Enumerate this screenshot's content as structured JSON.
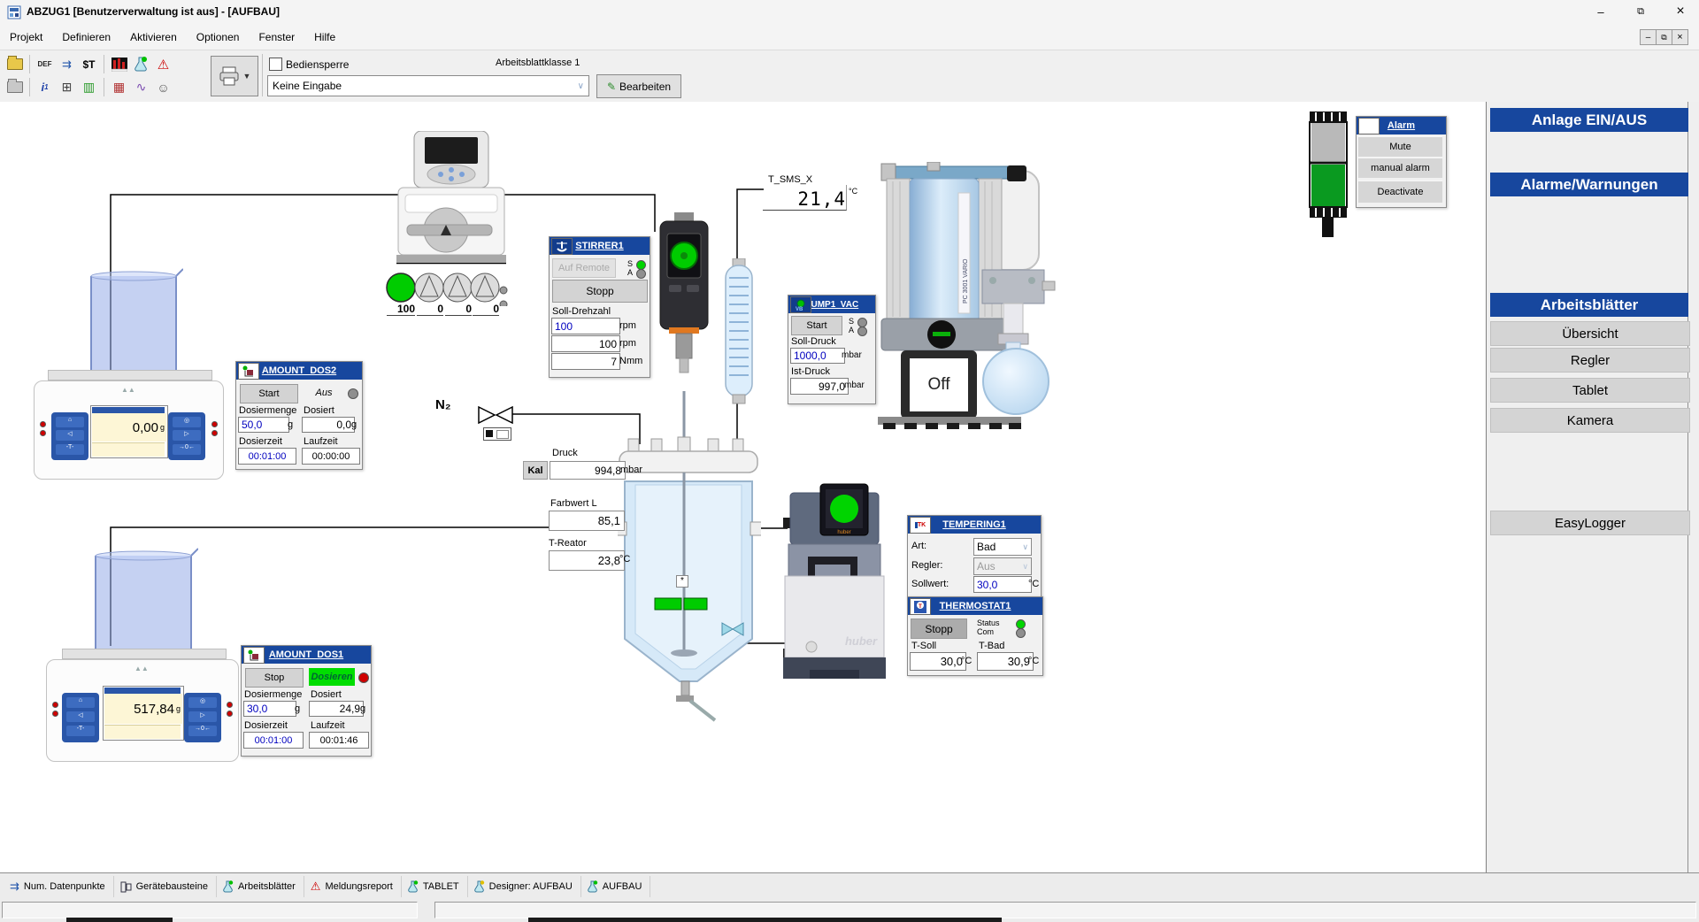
{
  "window": {
    "title": "ABZUG1  [Benutzerverwaltung ist aus] - [AUFBAU]",
    "minimize": "–",
    "maximize": "⧉",
    "close": "×"
  },
  "menu": {
    "items": [
      "Projekt",
      "Definieren",
      "Aktivieren",
      "Optionen",
      "Fenster",
      "Hilfe"
    ]
  },
  "toolbar": {
    "bediensperre": "Bediensperre",
    "arbeitsblattklasse": "Arbeitsblattklasse 1",
    "eingabe_value": "Keine Eingabe",
    "bearbeiten": "Bearbeiten"
  },
  "icons": {
    "def": "DEF",
    "arrows": "⇉",
    "dollar_t": "$T",
    "warning": "⚠",
    "window": "⊞",
    "sheet": "▥",
    "table": "▦",
    "curve": "∿",
    "face": "☺",
    "pencil": "✎",
    "chevron": "∨",
    "geq": "≥1",
    "blocks": "⊟"
  },
  "sidebar": {
    "anlage": "Anlage EIN/AUS",
    "alarme": "Alarme/Warnungen",
    "arbeitsblaetter": "Arbeitsblätter",
    "buttons": [
      "Übersicht",
      "Regler",
      "Tablet",
      "Kamera"
    ],
    "easylogger": "EasyLogger"
  },
  "alarm": {
    "title": "Alarm",
    "mute": "Mute",
    "manual": "manual alarm",
    "deactivate": "Deactivate"
  },
  "stirrer1": {
    "title": "STIRRER1",
    "remote": "Auf Remote",
    "s": "S",
    "a": "A",
    "stopp": "Stopp",
    "soll_label": "Soll-Drehzahl",
    "soll": "100",
    "soll_unit": "rpm",
    "ist": "100",
    "ist_unit": "rpm",
    "torque": "7",
    "torque_unit": "Nmm"
  },
  "pump1": {
    "title": "PUMP1_VAC",
    "start": "Start",
    "s": "S",
    "a": "A",
    "vb": "VB",
    "soll_label": "Soll-Druck",
    "soll": "1000,0",
    "soll_unit": "mbar",
    "ist_label": "Ist-Druck",
    "ist": "997,0",
    "ist_unit": "mbar"
  },
  "dos2": {
    "title": "AMOUNT_DOS2",
    "button": "Start",
    "state": "Aus",
    "menge_label": "Dosiermenge",
    "menge": "50,0",
    "menge_unit": "g",
    "dosiert_label": "Dosiert",
    "dosiert": "0,0",
    "dosiert_unit": "g",
    "zeit_label": "Dosierzeit",
    "zeit": "00:01:00",
    "laufzeit_label": "Laufzeit",
    "laufzeit": "00:00:00"
  },
  "dos1": {
    "title": "AMOUNT_DOS1",
    "button": "Stop",
    "state": "Dosieren",
    "menge_label": "Dosiermenge",
    "menge": "30,0",
    "menge_unit": "g",
    "dosiert_label": "Dosiert",
    "dosiert": "24,9",
    "dosiert_unit": "g",
    "zeit_label": "Dosierzeit",
    "zeit": "00:01:00",
    "laufzeit_label": "Laufzeit",
    "laufzeit": "00:01:46"
  },
  "tempering1": {
    "title": "TEMPERING1",
    "tk": "TK",
    "art_label": "Art:",
    "art": "Bad",
    "regler_label": "Regler:",
    "regler": "Aus",
    "sollwert_label": "Sollwert:",
    "sollwert": "30,0",
    "unit": "°C"
  },
  "thermostat1": {
    "title": "THERMOSTAT1",
    "stopp": "Stopp",
    "status_label": "Status",
    "com_label": "Com",
    "tsoll_label": "T-Soll",
    "tsoll": "30,0",
    "tbad_label": "T-Bad",
    "tbad": "30,9",
    "unit": "°C"
  },
  "process": {
    "tsms_label": "T_SMS_X",
    "tsms": "21,4",
    "tsms_unit": "°C",
    "druck_label": "Druck",
    "kal": "Kal",
    "druck": "994,8",
    "druck_unit": "mbar",
    "farbwert_label": "Farbwert L",
    "farbwert": "85,1",
    "treator_label": "T-Reator",
    "treator": "23,8",
    "treator_unit": "°C",
    "n2": "N₂",
    "star": "*"
  },
  "balance1": {
    "value": "0,00",
    "unit": "g"
  },
  "balance2": {
    "value": "517,84",
    "unit": "g"
  },
  "knobs": {
    "values": [
      "100",
      "0",
      "0",
      "0"
    ]
  },
  "vacuum": {
    "display": "Off",
    "model": "PC 3001 VARIO"
  },
  "huber": {
    "logo": "huber"
  },
  "tabs": [
    "Num. Datenpunkte",
    "Gerätebausteine",
    "Arbeitsblätter",
    "Meldungsreport",
    "TABLET",
    "Designer: AUFBAU",
    "AUFBAU"
  ],
  "colors": {
    "header_blue": "#17479e",
    "green": "#00cc00",
    "red": "#cc0000",
    "input_blue": "#0000bf"
  }
}
